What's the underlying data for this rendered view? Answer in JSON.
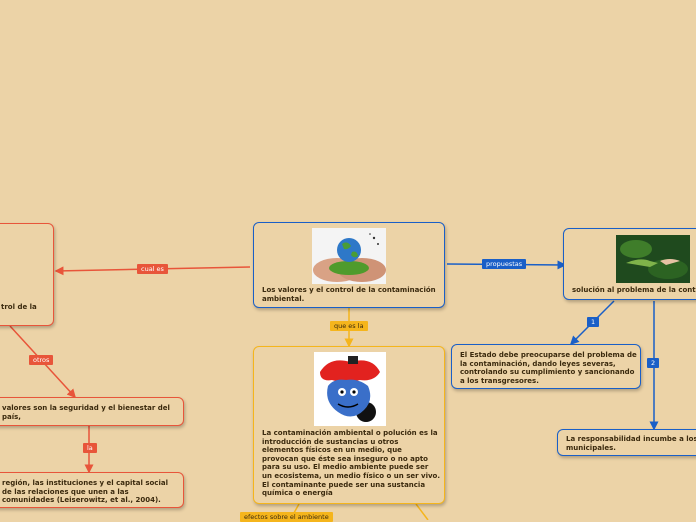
{
  "colors": {
    "background": "#ecd3a7",
    "blue": "#1a5fc7",
    "orange": "#e8553a",
    "gold": "#f5b51c",
    "text": "#3b2a0e"
  },
  "central": {
    "text": "Los valores y el control de la contaminación ambiental.",
    "image": "hands-holding-globe-image"
  },
  "left_branch": {
    "label": "cual es",
    "node_text": "trol de la",
    "sub_label": "otros",
    "sub_node_text": "valores son la seguridad y el bienestar del país,",
    "sub_sub_label": "la",
    "sub_sub_node_text": "región, las instituciones y el capital social de las relaciones que unen a las comunidades (Leiserowitz, et al., 2004)."
  },
  "right_branch": {
    "label": "propuestas",
    "node_text": "solución al problema de la conta",
    "image": "handshake-leaves-image",
    "sub1_label": "1",
    "sub1_text": "El Estado debe preocuparse del problema de la contaminación, dando leyes severas, controlando su cumplimiento y sancionando a los transgresores.",
    "sub2_label": "2",
    "sub2_text": "La responsabilidad incumbe a los municipales."
  },
  "bottom_branch": {
    "label": "que es la",
    "node_text": "La contaminación ambiental o polución es la introducción de sustancias u otros elementos físicos en un medio, que provocan que éste sea inseguro o no apto para su uso. El medio ambiente puede ser un ecosistema, un medio físico o un ser vivo. El contaminante puede ser una sustancia química o energía",
    "image": "pollution-cartoon-image",
    "effects_label": "efectos sobre el ambiente"
  }
}
